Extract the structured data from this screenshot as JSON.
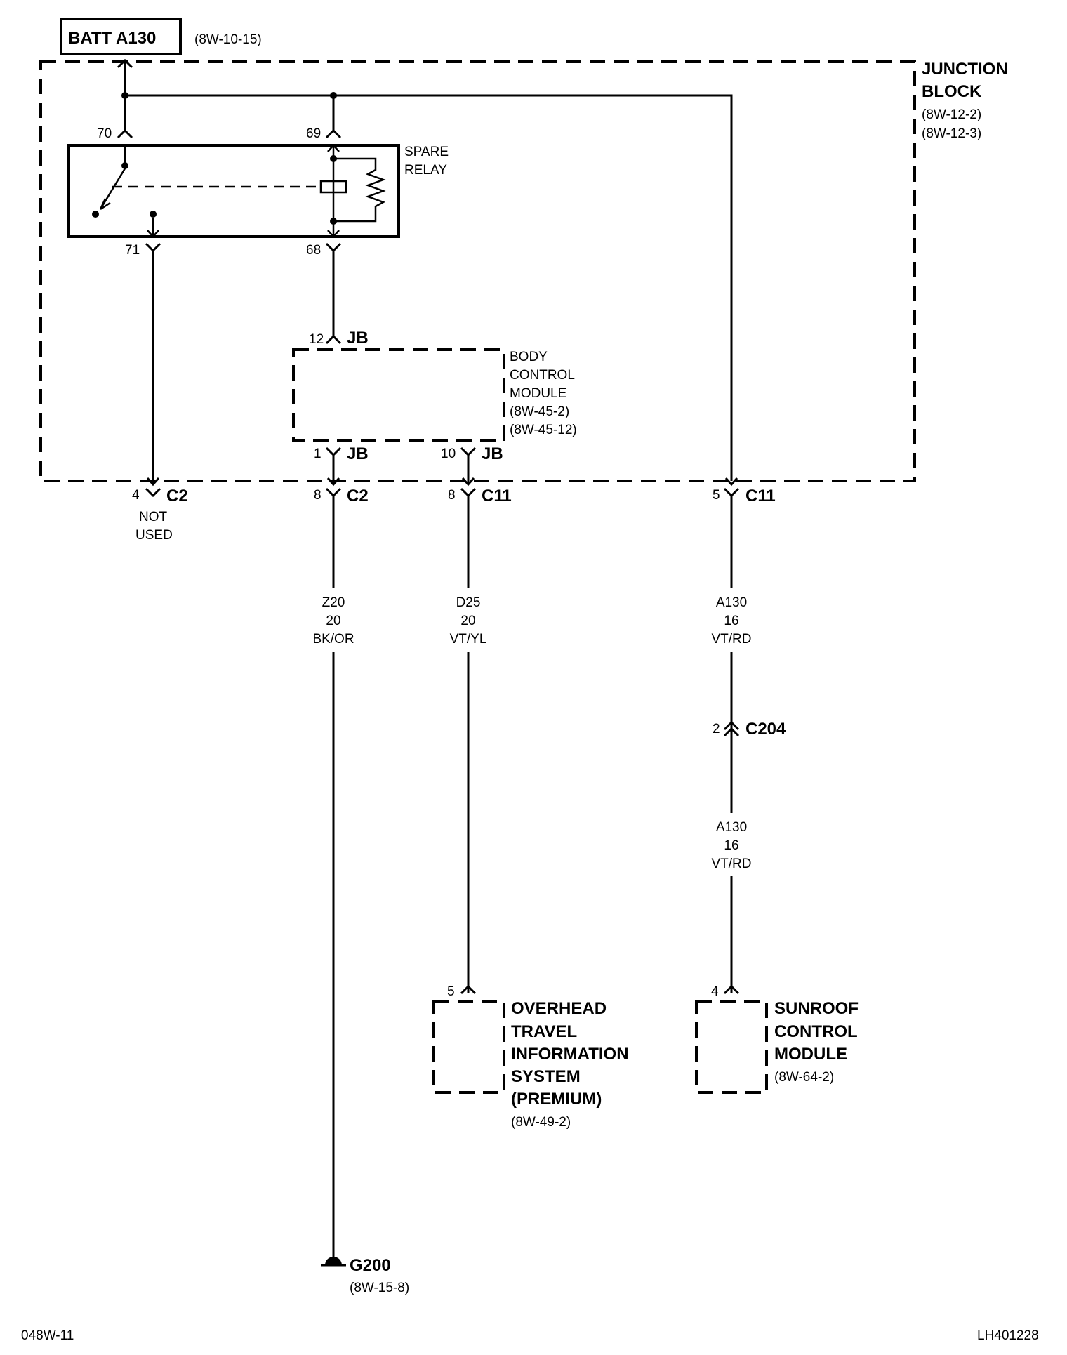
{
  "batt": {
    "label": "BATT A130",
    "ref": "(8W-10-15)"
  },
  "junction_block": {
    "title_1": "JUNCTION",
    "title_2": "BLOCK",
    "ref_1": "(8W-12-2)",
    "ref_2": "(8W-12-3)"
  },
  "relay": {
    "label_1": "SPARE",
    "label_2": "RELAY",
    "pin_70": "70",
    "pin_69": "69",
    "pin_71": "71",
    "pin_68": "68"
  },
  "bcm": {
    "label_1": "BODY",
    "label_2": "CONTROL",
    "label_3": "MODULE",
    "ref_1": "(8W-45-2)",
    "ref_2": "(8W-45-12)",
    "pin_12": "12",
    "pin_12_conn": "JB",
    "pin_1": "1",
    "pin_1_conn": "JB",
    "pin_10": "10",
    "pin_10_conn": "JB"
  },
  "connectors": {
    "c2_a": {
      "pin": "4",
      "name": "C2"
    },
    "c2_b": {
      "pin": "8",
      "name": "C2"
    },
    "c11_a": {
      "pin": "8",
      "name": "C11"
    },
    "c11_b": {
      "pin": "5",
      "name": "C11"
    },
    "c204": {
      "pin": "2",
      "name": "C204"
    }
  },
  "not_used": {
    "line_1": "NOT",
    "line_2": "USED"
  },
  "wires": {
    "z20": {
      "circuit": "Z20",
      "gauge": "20",
      "color": "BK/OR"
    },
    "d25": {
      "circuit": "D25",
      "gauge": "20",
      "color": "VT/YL"
    },
    "a130_upper": {
      "circuit": "A130",
      "gauge": "16",
      "color": "VT/RD"
    },
    "a130_lower": {
      "circuit": "A130",
      "gauge": "16",
      "color": "VT/RD"
    }
  },
  "overhead": {
    "pin": "5",
    "line_1": "OVERHEAD",
    "line_2": "TRAVEL",
    "line_3": "INFORMATION",
    "line_4": "SYSTEM",
    "line_5": "(PREMIUM)",
    "ref": "(8W-49-2)"
  },
  "sunroof": {
    "pin": "4",
    "line_1": "SUNROOF",
    "line_2": "CONTROL",
    "line_3": "MODULE",
    "ref": "(8W-64-2)"
  },
  "ground": {
    "name": "G200",
    "ref": "(8W-15-8)"
  },
  "footer": {
    "left": "048W-11",
    "right": "LH401228"
  }
}
